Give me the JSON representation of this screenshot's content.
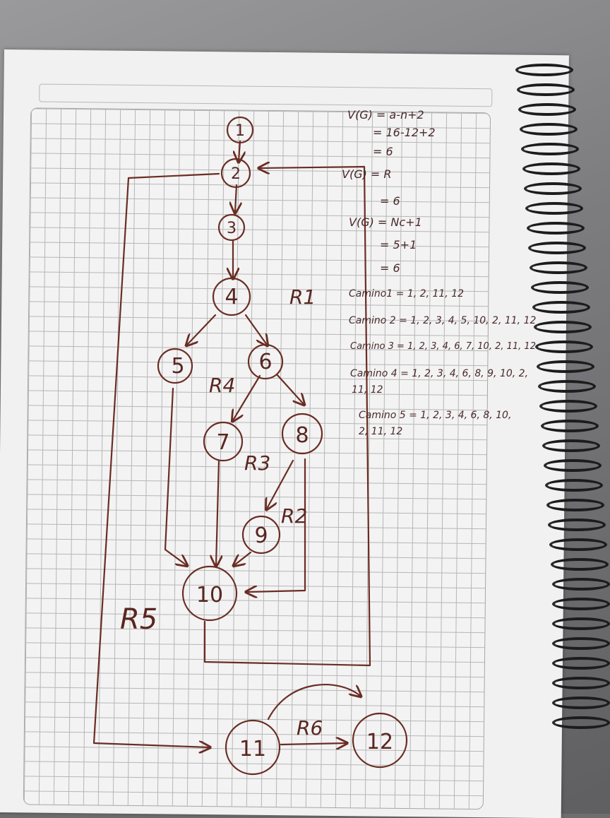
{
  "graph": {
    "nodes": [
      "1",
      "2",
      "3",
      "4",
      "5",
      "6",
      "7",
      "8",
      "9",
      "10",
      "11",
      "12"
    ],
    "regions": [
      "R1",
      "R2",
      "R3",
      "R4",
      "R5",
      "R6"
    ],
    "edges": [
      [
        "1",
        "2"
      ],
      [
        "2",
        "3"
      ],
      [
        "3",
        "4"
      ],
      [
        "4",
        "5"
      ],
      [
        "4",
        "6"
      ],
      [
        "6",
        "7"
      ],
      [
        "6",
        "8"
      ],
      [
        "8",
        "9"
      ],
      [
        "8",
        "10"
      ],
      [
        "9",
        "10"
      ],
      [
        "7",
        "10"
      ],
      [
        "5",
        "10"
      ],
      [
        "10",
        "2"
      ],
      [
        "2",
        "11"
      ],
      [
        "11",
        "12"
      ],
      [
        "11",
        "12"
      ]
    ]
  },
  "notes": {
    "formula1_line1": "V(G) = a-n+2",
    "formula1_line2": "= 16-12+2",
    "formula1_line3": "= 6",
    "formula2_line1": "V(G) = R",
    "formula2_line2": "= 6",
    "formula3_line1": "V(G) = Nc+1",
    "formula3_line2": "= 5+1",
    "formula3_line3": "= 6",
    "path1": "Camino1 = 1, 2, 11, 12",
    "path2": "Camino 2 = 1, 2, 3, 4, 5, 10, 2, 11, 12",
    "path3": "Camino 3 = 1, 2, 3, 4, 6, 7, 10, 2, 11, 12",
    "path4_line1": "Camino 4 = 1, 2, 3, 4, 6, 8, 9, 10, 2,",
    "path4_line2": "11, 12",
    "path5_line1": "Camino 5 = 1, 2, 3, 4, 6, 8, 10,",
    "path5_line2": "2, 11, 12"
  },
  "colors": {
    "ink": "#6a2d24",
    "paper": "#f1f1f1",
    "grid": "#b6b6b6",
    "spiral": "#1c1c1c"
  }
}
